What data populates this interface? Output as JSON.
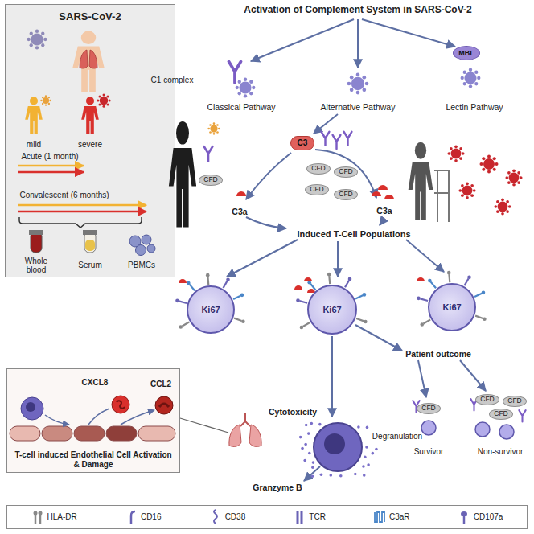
{
  "diagram": {
    "title": "Activation of Complement System in SARS-CoV-2",
    "nodes": [
      {
        "text": [
          "SARS-CoV-2"
        ]
      },
      {
        "text": [
          "MBL"
        ]
      },
      {
        "text": [
          "CFD"
        ]
      },
      {
        "text": [
          "C3"
        ]
      },
      {
        "text": [
          "CFD"
        ]
      },
      {
        "text": [
          "CFD"
        ]
      },
      {
        "text": [
          "CFD"
        ]
      },
      {
        "text": [
          "CFD"
        ]
      },
      {
        "text": [
          "Ki67"
        ]
      },
      {
        "text": [
          "Ki67"
        ]
      },
      {
        "text": [
          "Ki67"
        ]
      },
      {
        "text": [
          "CFD"
        ]
      },
      {
        "text": [
          "CFD"
        ]
      },
      {
        "text": [
          "CFD"
        ]
      },
      {
        "text": [
          "CFD"
        ]
      },
      {
        "text": [
          "T-cell induced Endothelial Cell Activation & Damage"
        ]
      }
    ],
    "labels": [
      "C1 complex",
      "Classical Pathway",
      "Alternative Pathway",
      "Lectin Pathway",
      "mild",
      "severe",
      "Acute (1 month)",
      "Convalescent (6 months)",
      "Whole blood",
      "Serum",
      "PBMCs",
      "C3a",
      "C3a",
      "Induced T-Cell Populations",
      "Patient outcome",
      "Survivor",
      "Non-survivor",
      "Cytotoxicity",
      "Degranulation",
      "Granzyme B",
      "CXCL8",
      "CCL2"
    ],
    "legend": [
      {
        "text": "HLA-DR"
      },
      {
        "text": "CD16"
      },
      {
        "text": "CD38"
      },
      {
        "text": "TCR"
      },
      {
        "text": "C3aR"
      },
      {
        "text": "CD107a"
      }
    ]
  }
}
